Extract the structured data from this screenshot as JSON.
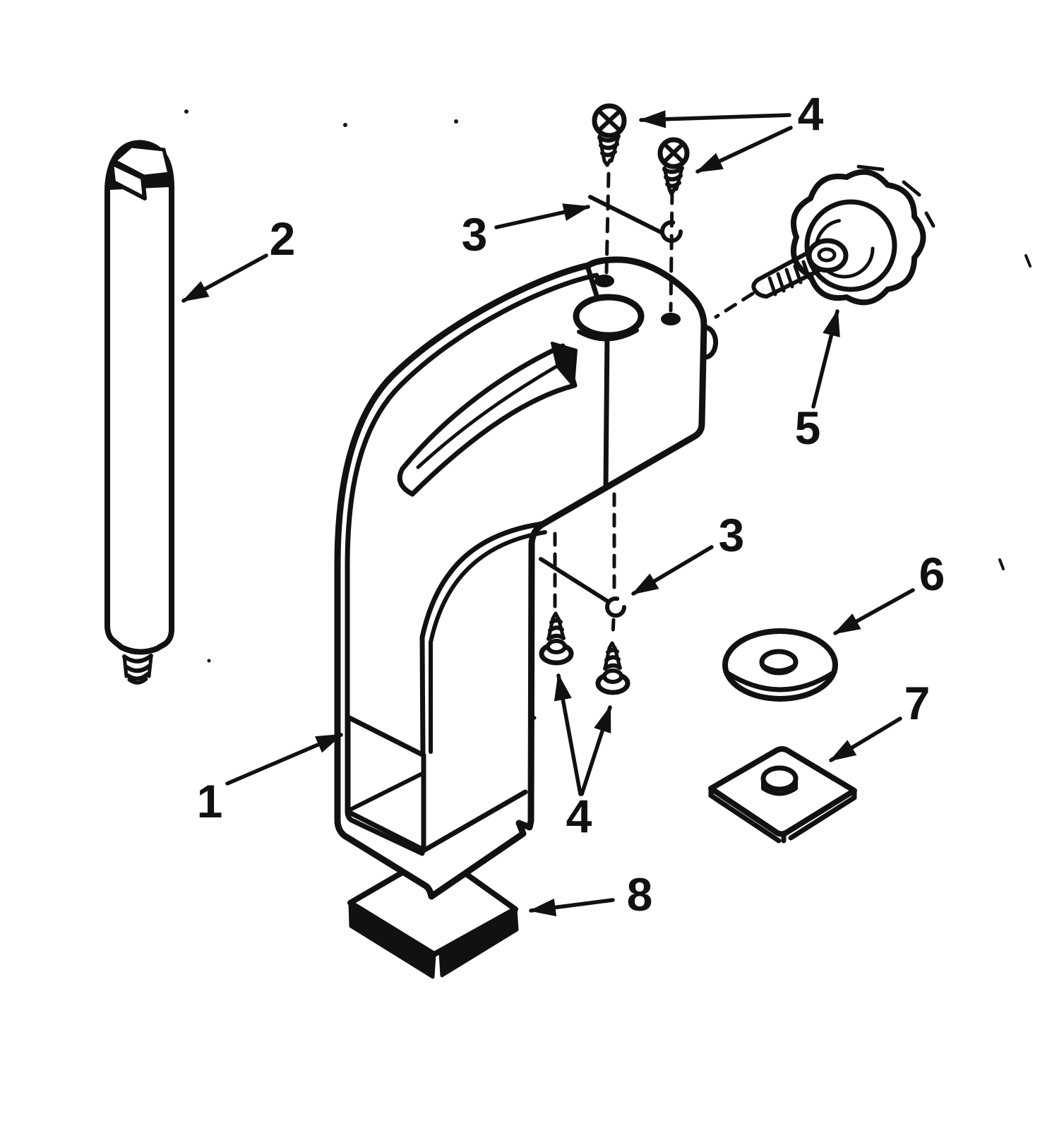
{
  "diagram": {
    "type": "exploded-parts-diagram",
    "background": "#ffffff",
    "ink": "#111111",
    "parts_shown": [
      "clamp-frame",
      "support-post",
      "retainer-clip-upper",
      "screws-upper",
      "clamp-knob",
      "retainer-clip-lower",
      "screws-lower",
      "washer",
      "pad-plate",
      "table-pad"
    ]
  },
  "callouts": {
    "c1": {
      "number": "1"
    },
    "c2": {
      "number": "2"
    },
    "c3_top": {
      "number": "3"
    },
    "c4_top": {
      "number": "4"
    },
    "c5": {
      "number": "5"
    },
    "c3_bottom": {
      "number": "3"
    },
    "c4_bottom": {
      "number": "4"
    },
    "c6": {
      "number": "6"
    },
    "c7": {
      "number": "7"
    },
    "c8": {
      "number": "8"
    }
  }
}
